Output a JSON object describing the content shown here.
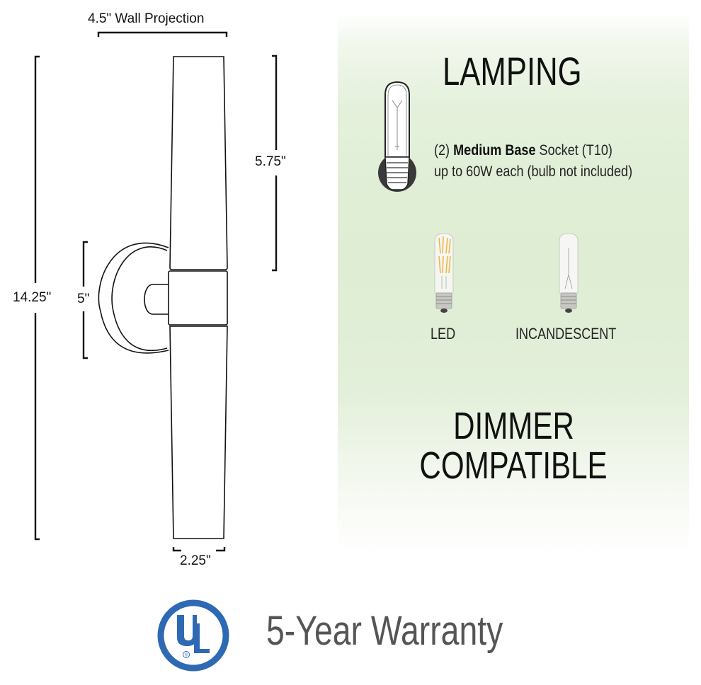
{
  "diagram": {
    "dimensions": {
      "wall_projection": "4.5\" Wall Projection",
      "overall_height": "14.25\"",
      "shade_height": "5.75\"",
      "backplate_height": "5\"",
      "shade_width": "2.25\""
    }
  },
  "lamping": {
    "title": "LAMPING",
    "count": "(2)",
    "base_bold": "Medium Base",
    "socket": "Socket (T10)",
    "line2": "up to 60W each (bulb not included)",
    "bulb_types": [
      {
        "label": "LED",
        "icon": "led-bulb-icon"
      },
      {
        "label": "INCANDESCENT",
        "icon": "incandescent-bulb-icon"
      }
    ]
  },
  "dimmer": {
    "line1": "DIMMER",
    "line2": "COMPATIBLE"
  },
  "certification": {
    "logo_letters": "UL",
    "logo_mark": "®",
    "warranty": "5-Year Warranty"
  },
  "colors": {
    "panel_green": "#deedd3",
    "ul_blue": "#2e6ab3",
    "warranty_gray": "#555555",
    "line": "#111111"
  }
}
